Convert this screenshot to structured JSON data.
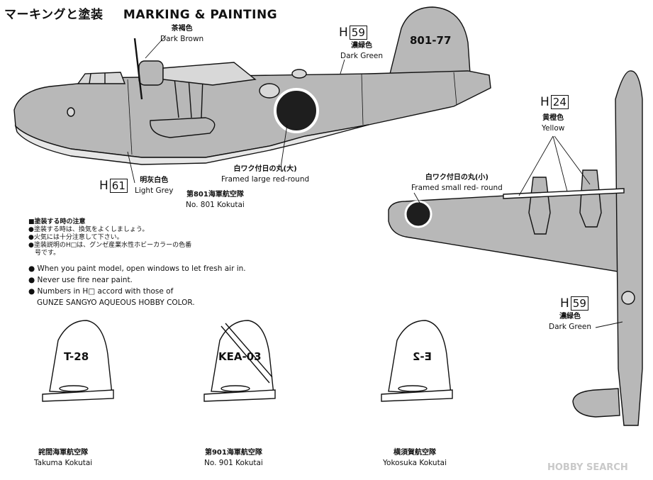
{
  "title": {
    "jp": "マーキングと塗装",
    "en": "MARKING & PAINTING"
  },
  "colors": {
    "paint_grey": "#b8b8b8",
    "roundel": "#1e1e1e",
    "line": "#111111",
    "panel": "#d8d8d8"
  },
  "side_view": {
    "tail_code": "801-77",
    "dark_brown": {
      "jp": "茶褐色",
      "en": "Dark Brown"
    },
    "dark_green": {
      "code": "H",
      "num": "59",
      "jp": "濃緑色",
      "en": "Dark Green"
    },
    "light_grey": {
      "code": "H",
      "num": "61",
      "jp": "明灰白色",
      "en": "Light Grey"
    },
    "roundel_large": {
      "jp": "白ワク付日の丸(大)",
      "en": "Framed large red-round"
    },
    "unit": {
      "jp": "第801海軍航空隊",
      "en": "No. 801 Kokutai"
    }
  },
  "plan_view": {
    "yellow": {
      "code": "H",
      "num": "24",
      "jp": "黄橙色",
      "en": "Yellow"
    },
    "roundel_small": {
      "jp": "白ワク付日の丸(小)",
      "en": "Framed small red- round"
    },
    "dark_green": {
      "code": "H",
      "num": "59",
      "jp": "濃緑色",
      "en": "Dark Green"
    }
  },
  "notes": {
    "jp_heading": "■塗装する時の注意",
    "jp_lines": [
      "●塗装する時は、換気をよくしましょう。",
      "●火気には十分注意して下さい。",
      "●塗装説明のH□は、グンゼ産業水性ホビーカラーの色番",
      "　号です。"
    ],
    "en_lines": [
      "When you paint model, open windows to let fresh air in.",
      "Never use fire near paint.",
      "Numbers in H□ accord with those of",
      "GUNZE SANGYO AQUEOUS HOBBY COLOR."
    ]
  },
  "tails": [
    {
      "code": "T-28",
      "jp": "詫間海軍航空隊",
      "en": "Takuma Kokutai"
    },
    {
      "code": "KEA-03",
      "jp": "第901海軍航空隊",
      "en": "No. 901 Kokutai"
    },
    {
      "code": "E-2",
      "jp": "横須賀航空隊",
      "en": "Yokosuka Kokutai"
    }
  ],
  "watermark": "HOBBY SEARCH"
}
